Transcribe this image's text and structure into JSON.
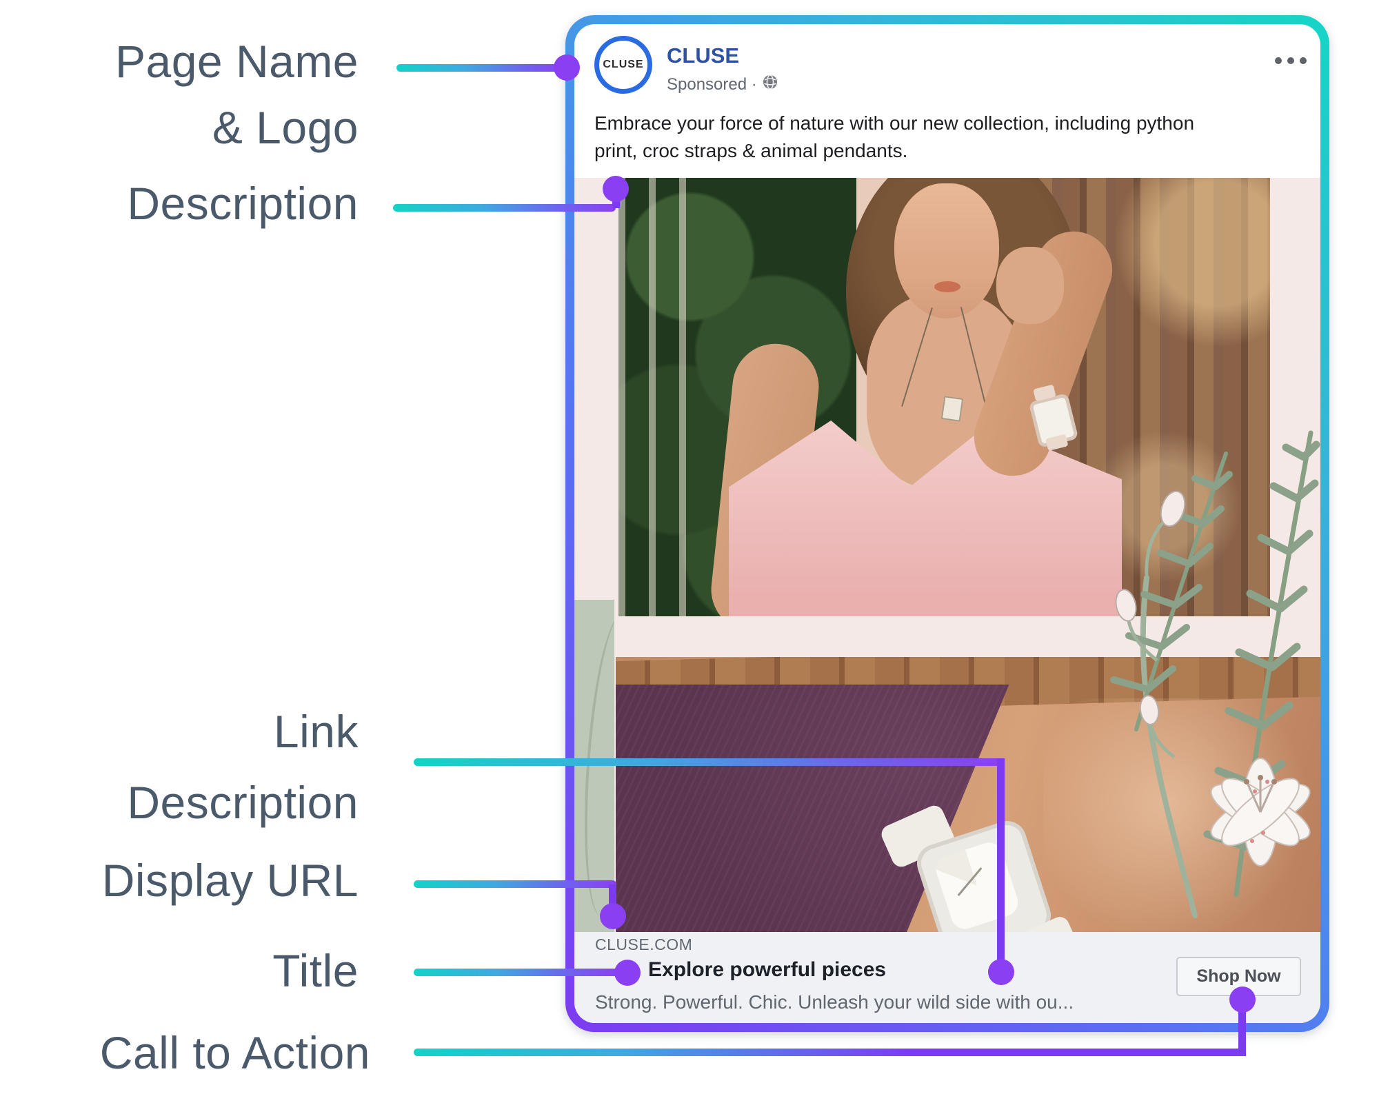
{
  "theme": {
    "teal": "#12d3c6",
    "purple": "#8b3ff2",
    "label_color": "#4b5a6b",
    "page_name_blue": "#2e52a3",
    "logo_ring_blue": "#2a6ae2",
    "body_text_color": "#1c1e21",
    "muted_gray": "#606770",
    "footer_bg": "#f0f1f4",
    "button_bg": "#f6f7f9",
    "button_border": "#c8cbd0",
    "button_text": "#4b4f56"
  },
  "annotations": {
    "page_name_line1": "Page Name",
    "page_name_line2": "& Logo",
    "description": "Description",
    "link_line1": "Link",
    "link_line2": "Description",
    "display_url": "Display URL",
    "title": "Title",
    "call_to_action": "Call to Action"
  },
  "ad": {
    "page_name": "CLUSE",
    "logo_text": "CLUSE",
    "sponsored_text": "Sponsored ·",
    "body_text": "Embrace your force of nature with our new collection, including python\nprint, croc straps & animal pendants.",
    "display_url": "CLUSE.COM",
    "headline": "Explore powerful pieces",
    "link_description": "Strong. Powerful. Chic. Unleash your wild side with ou...",
    "cta_label": "Shop Now"
  }
}
